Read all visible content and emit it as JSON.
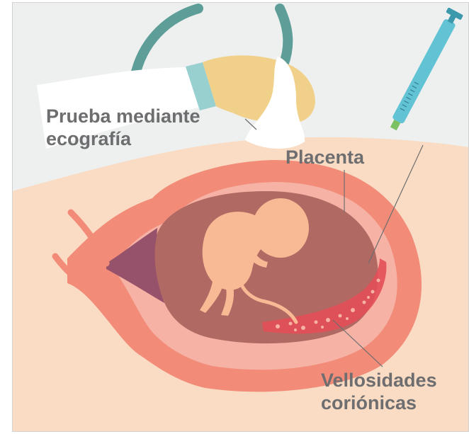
{
  "labels": {
    "ultrasound_line1": "Prueba mediante",
    "ultrasound_line2": "ecografía",
    "placenta": "Placenta",
    "villi_line1": "Vellosidades",
    "villi_line2": "coriónicas"
  },
  "colors": {
    "background": "#eef0f0",
    "skin": "#f9dcc3",
    "uterus_outer": "#f28b78",
    "uterus_lining": "#f6b2a5",
    "amniotic_sac": "#b06a63",
    "fetus": "#f8b995",
    "chorionic_villi": "#e34f57",
    "glove": "#f1d08a",
    "cuff": "#98cfcf",
    "cable": "#5e9e98",
    "probe": "#ffffff",
    "syringe": "#62c3d5",
    "needle_tip": "#7cc064",
    "cervix": "#96526a",
    "label_text": "#6e6e70",
    "frame": "#d2d2d2"
  }
}
